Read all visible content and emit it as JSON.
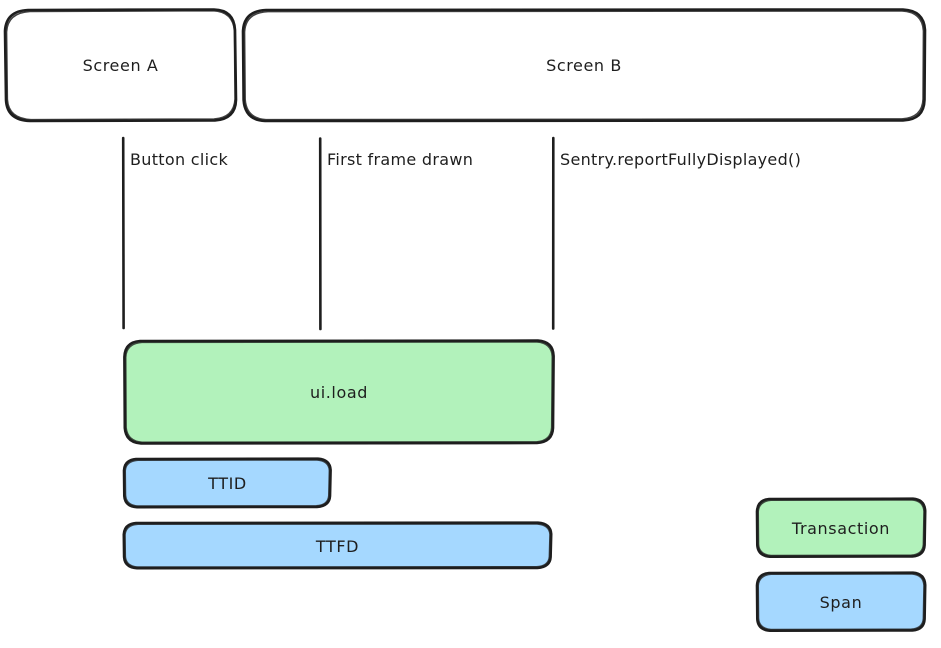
{
  "diagram": {
    "title": "Mobile screen load timeline: TTID / TTFD instrumentation",
    "background_color": "#ffffff",
    "stroke_color": "#1e1e1e",
    "style": "hand-drawn"
  },
  "screens": [
    {
      "id": "screen-a",
      "label": "Screen A"
    },
    {
      "id": "screen-b",
      "label": "Screen B"
    }
  ],
  "markers": [
    {
      "id": "marker-button-click",
      "label": "Button click"
    },
    {
      "id": "marker-first-frame-drawn",
      "label": "First frame drawn"
    },
    {
      "id": "marker-report-fully-displayed",
      "label": "Sentry.reportFullyDisplayed()"
    }
  ],
  "bars": [
    {
      "id": "bar-ui-load",
      "label": "ui.load",
      "kind": "Transaction",
      "color": "#b2f2bb"
    },
    {
      "id": "bar-ttid",
      "label": "TTID",
      "kind": "Span",
      "color": "#a5d8ff"
    },
    {
      "id": "bar-ttfd",
      "label": "TTFD",
      "kind": "Span",
      "color": "#a5d8ff"
    }
  ],
  "legend": {
    "items": [
      {
        "id": "legend-transaction",
        "label": "Transaction",
        "color": "#b2f2bb"
      },
      {
        "id": "legend-span",
        "label": "Span",
        "color": "#a5d8ff"
      }
    ]
  }
}
